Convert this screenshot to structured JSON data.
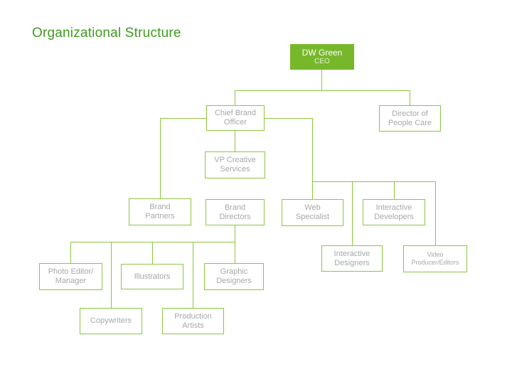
{
  "title": "Organizational Structure",
  "colors": {
    "line": "#8dc63f",
    "ceo_fill": "#76b82a",
    "title_green": "#3f9b1f",
    "text_gray": "#a6a8ab"
  },
  "nodes": {
    "ceo": {
      "name": "DW Green",
      "role": "CEO"
    },
    "chief_brand_officer": {
      "line1": "Chief Brand",
      "line2": "Officer"
    },
    "director_people_care": {
      "line1": "Director of",
      "line2": "People Care"
    },
    "vp_creative_services": {
      "line1": "VP Creative",
      "line2": "Services"
    },
    "brand_partners": {
      "line1": "Brand",
      "line2": "Partners"
    },
    "brand_directors": {
      "line1": "Brand",
      "line2": "Directors"
    },
    "web_specialist": {
      "line1": "Web",
      "line2": "Specialist"
    },
    "interactive_developers": {
      "line1": "Interactive",
      "line2": "Developers"
    },
    "interactive_designers": {
      "line1": "Interactive",
      "line2": "Designers"
    },
    "video_producer_editors": {
      "line1": "Video",
      "line2": "Producer/Editors"
    },
    "photo_editor_manager": {
      "line1": "Photo Editor/",
      "line2": "Manager"
    },
    "illustrators": {
      "line1": "Illustrators"
    },
    "graphic_designers": {
      "line1": "Graphic",
      "line2": "Designers"
    },
    "copywriters": {
      "line1": "Copywriters"
    },
    "production_artists": {
      "line1": "Production",
      "line2": "Artists"
    }
  }
}
